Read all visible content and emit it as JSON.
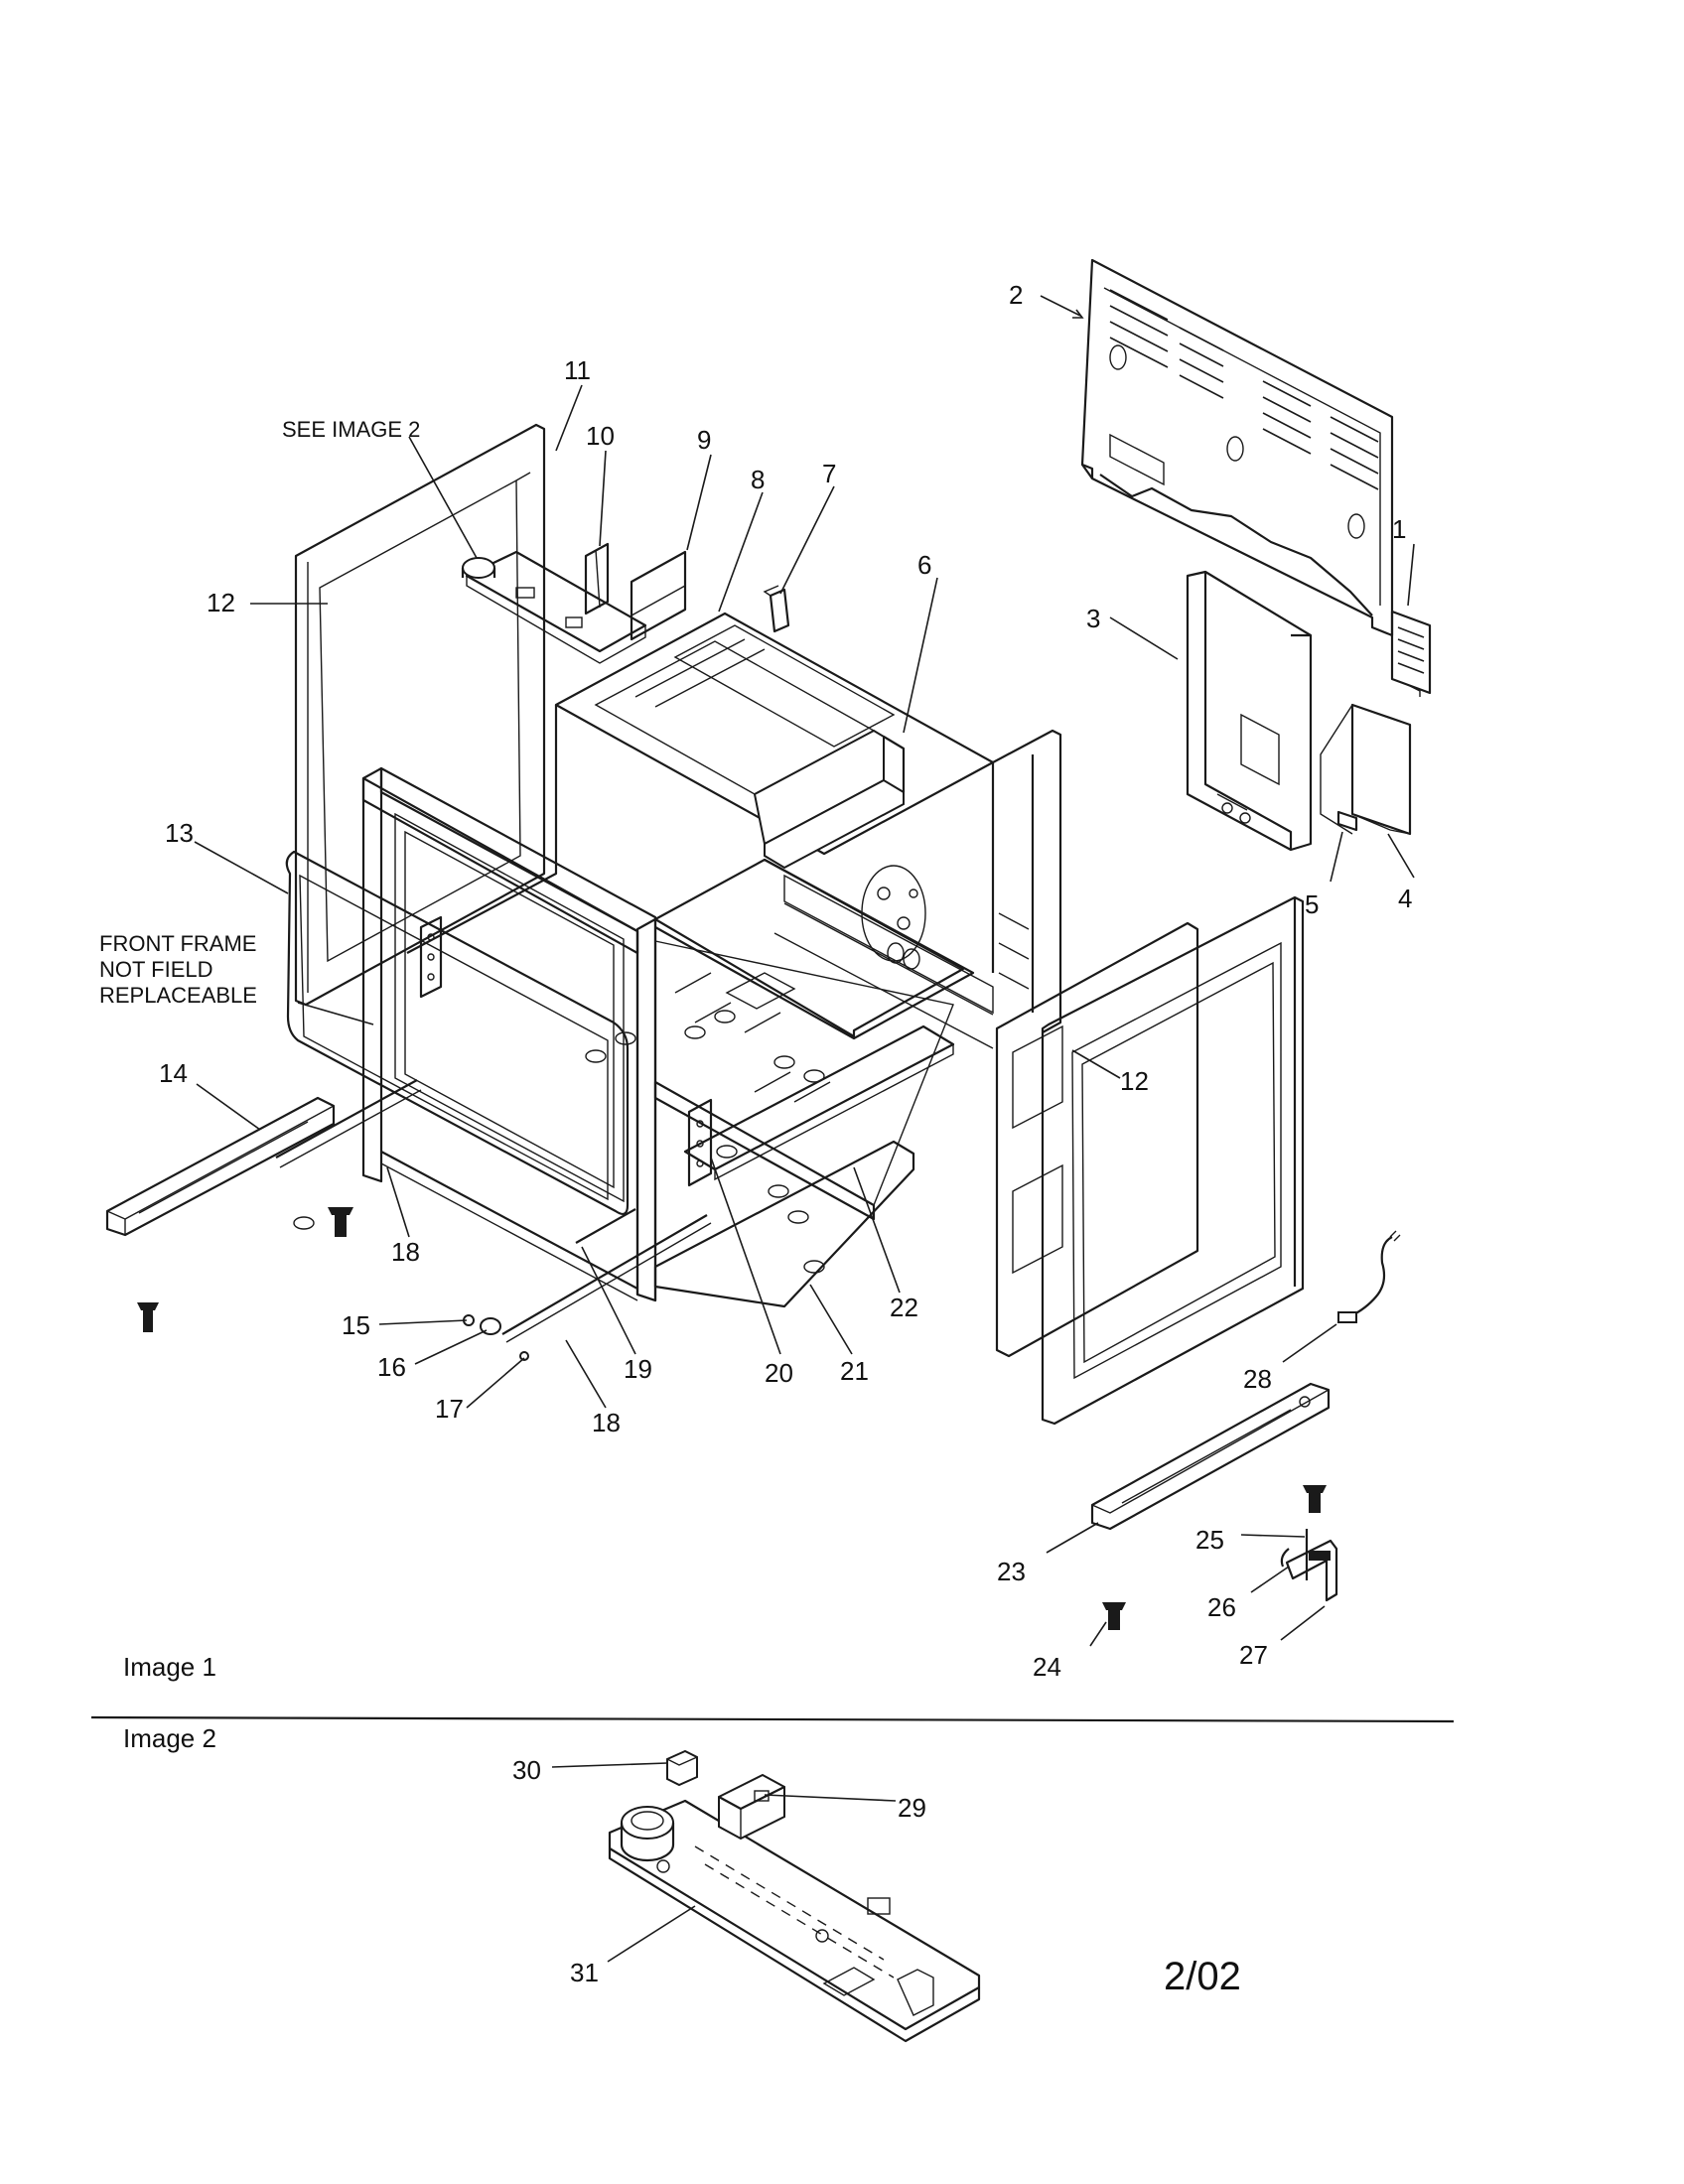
{
  "callouts": {
    "c1": "1",
    "c2": "2",
    "c3": "3",
    "c4": "4",
    "c5": "5",
    "c6": "6",
    "c7": "7",
    "c8": "8",
    "c9": "9",
    "c10": "10",
    "c11": "11",
    "c12a": "12",
    "c12b": "12",
    "c13": "13",
    "c14": "14",
    "c15": "15",
    "c16": "16",
    "c17": "17",
    "c18a": "18",
    "c18b": "18",
    "c19": "19",
    "c20": "20",
    "c21": "21",
    "c22": "22",
    "c23": "23",
    "c24": "24",
    "c25": "25",
    "c26": "26",
    "c27": "27",
    "c28": "28",
    "c29": "29",
    "c30": "30",
    "c31": "31"
  },
  "notes": {
    "see_image_2": "SEE IMAGE 2",
    "front_frame_line1": "FRONT FRAME",
    "front_frame_line2": "NOT FIELD",
    "front_frame_line3": "REPLACEABLE"
  },
  "captions": {
    "image1": "Image 1",
    "image2": "Image 2",
    "revision": "2/02"
  }
}
